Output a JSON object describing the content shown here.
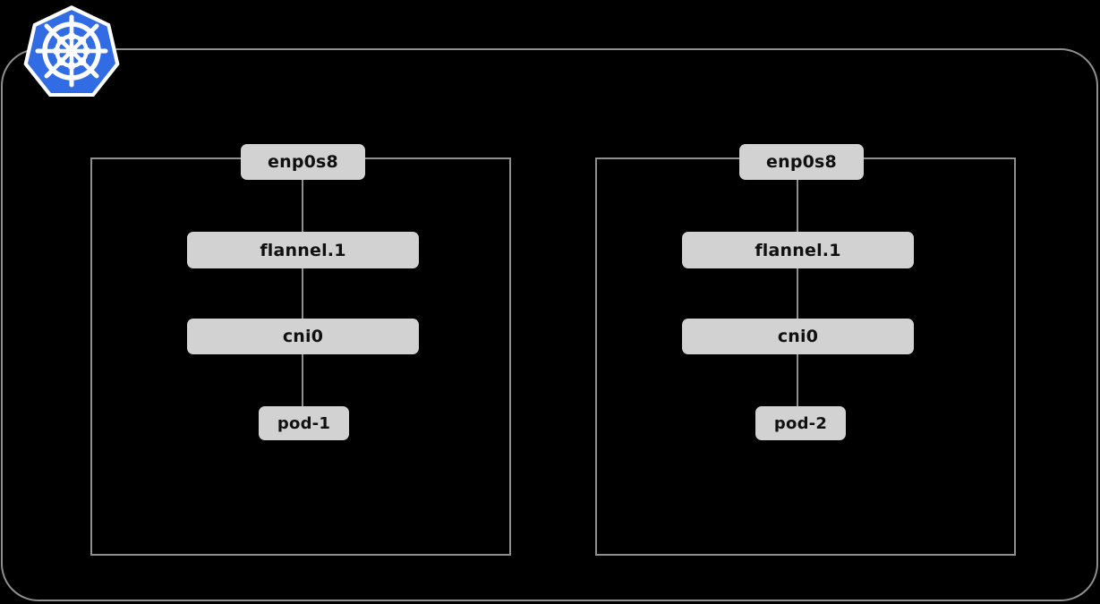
{
  "diagram": {
    "title": "Kubernetes cluster flannel networking diagram",
    "background_color": "#000000",
    "line_color": "#8f8f8f",
    "chip_fill_color": "#d2d2d2",
    "chip_text_color": "#101010",
    "logo_color": "#326ce5",
    "logo_name": "kubernetes-logo"
  },
  "cluster": {
    "label": "",
    "nodes": [
      {
        "id": "node-1",
        "label": "",
        "interfaces": [
          {
            "name": "enp0s8",
            "icon": "network-interface"
          },
          {
            "name": "flannel.1",
            "icon": "vxlan-interface"
          },
          {
            "name": "cni0",
            "icon": "bridge-interface"
          },
          {
            "name": "pod-1",
            "icon": "pod"
          }
        ]
      },
      {
        "id": "node-2",
        "label": "",
        "interfaces": [
          {
            "name": "enp0s8",
            "icon": "network-interface"
          },
          {
            "name": "flannel.1",
            "icon": "vxlan-interface"
          },
          {
            "name": "cni0",
            "icon": "bridge-interface"
          },
          {
            "name": "pod-2",
            "icon": "pod"
          }
        ]
      }
    ]
  }
}
